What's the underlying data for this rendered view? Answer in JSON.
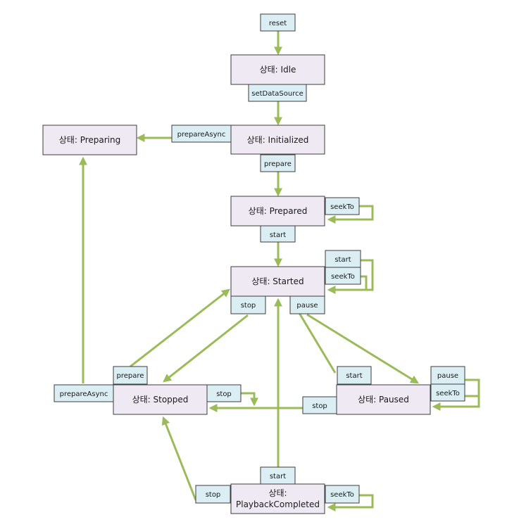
{
  "states": {
    "idle": "상태: Idle",
    "initialized": "상태: Initialized",
    "preparing": "상태: Preparing",
    "prepared": "상태: Prepared",
    "started": "상태: Started",
    "stopped": "상태: Stopped",
    "paused": "상태: Paused",
    "completed_line1": "상태:",
    "completed_line2": "PlaybackCompleted"
  },
  "labels": {
    "reset": "reset",
    "set_data_source": "setDataSource",
    "prepare_async": "prepareAsync",
    "prepare": "prepare",
    "seek_to": "seekTo",
    "start": "start",
    "stop": "stop",
    "pause": "pause"
  },
  "colors": {
    "arrow": "#9bbb59",
    "state_fill": "#efe9f3",
    "label_fill": "#dbeef4",
    "border": "#3d3d3d"
  }
}
